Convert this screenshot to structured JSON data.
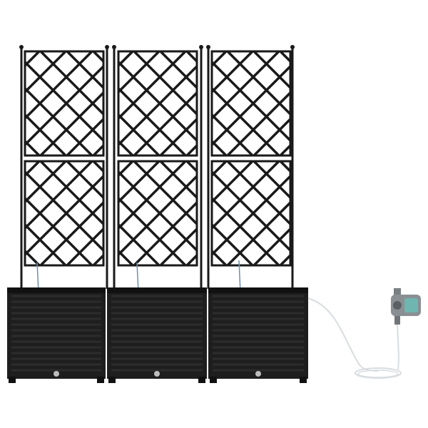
{
  "product": {
    "trellis_panels": 3,
    "lattice_sections_per_panel": 2,
    "planter_boxes": 3
  },
  "colors": {
    "background": "#ffffff",
    "planter": "#1e1e1e",
    "planter_weave": "#2c2c2c",
    "trellis": "#1a1a1a",
    "hose": "#d9dde0",
    "timer_body": "#8a8f93",
    "timer_screen": "#6fb6b0",
    "drain_plug": "#bdbdbd"
  },
  "icons": [
    "water-timer-icon",
    "drip-hose-icon"
  ]
}
